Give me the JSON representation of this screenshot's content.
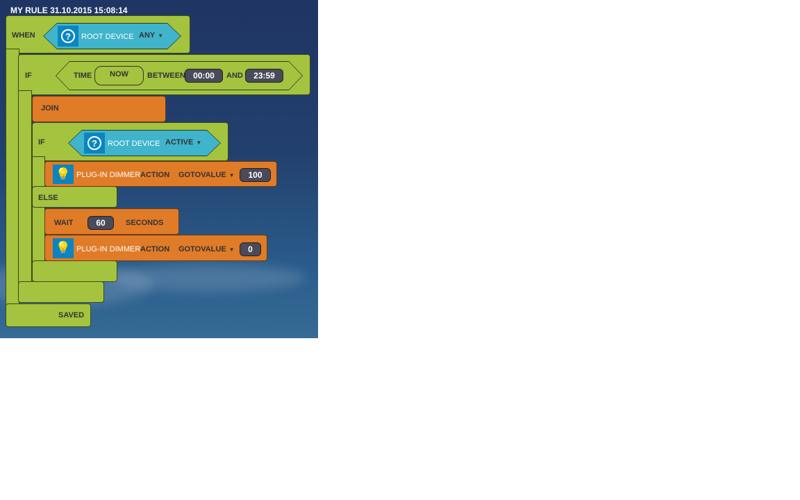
{
  "title": "MY RULE 31.10.2015 15:08:14",
  "when": {
    "label": "WHEN",
    "device": "ROOT DEVICE",
    "state": "ANY"
  },
  "if1": {
    "label": "IF",
    "time": "TIME",
    "now": "NOW",
    "between": "BETWEEN",
    "from": "00:00",
    "and": "AND",
    "to": "23:59"
  },
  "join": {
    "label": "JOIN"
  },
  "if2": {
    "label": "IF",
    "device": "ROOT DEVICE",
    "state": "ACTIVE"
  },
  "action1": {
    "device": "PLUG-IN DIMMER",
    "action": "ACTION",
    "command": "GOTOVALUE",
    "value": "100"
  },
  "else": {
    "label": "ELSE"
  },
  "wait": {
    "label": "WAIT",
    "value": "60",
    "unit": "SECONDS"
  },
  "action2": {
    "device": "PLUG-IN DIMMER",
    "action": "ACTION",
    "command": "GOTOVALUE",
    "value": "0"
  },
  "status": "SAVED",
  "colors": {
    "green": "#a4c33f",
    "orange": "#e07b28",
    "cyan": "#3fb4cb",
    "icon": "#0a85c2"
  }
}
